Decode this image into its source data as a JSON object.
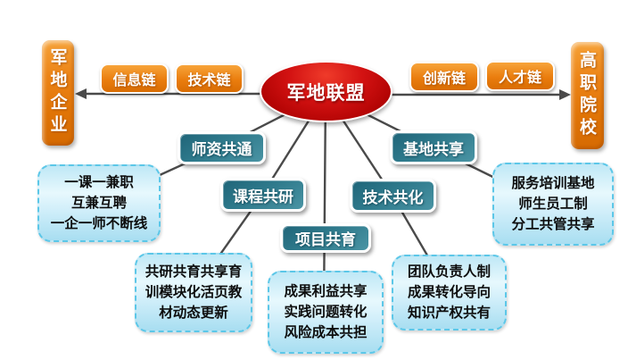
{
  "diagram": {
    "center_node": {
      "label": "军地联盟"
    },
    "left_entity": {
      "label": "军地企业"
    },
    "right_entity": {
      "label": "高职院校"
    },
    "chains": [
      {
        "label": "信息链"
      },
      {
        "label": "技术链"
      },
      {
        "label": "创新链"
      },
      {
        "label": "人才链"
      }
    ],
    "mechanisms": [
      {
        "label": "师资共通"
      },
      {
        "label": "课程共研"
      },
      {
        "label": "项目共育"
      },
      {
        "label": "技术共化"
      },
      {
        "label": "基地共享"
      }
    ],
    "details": [
      {
        "lines": [
          "一课一兼职",
          "互兼互聘",
          "一企一师不断线"
        ]
      },
      {
        "lines": [
          "共研共育共享育",
          "训模块化活页教",
          "材动态更新"
        ]
      },
      {
        "lines": [
          "成果利益共享",
          "实践问题转化",
          "风险成本共担"
        ]
      },
      {
        "lines": [
          "团队负责人制",
          "成果转化导向",
          "知识产权共有"
        ]
      },
      {
        "lines": [
          "服务培训基地",
          "师生员工制",
          "分工共管共享"
        ]
      }
    ],
    "colors": {
      "orange": "#e87a10",
      "red": "#c00d0d",
      "teal": "#2f7a8c",
      "light_blue": "#c8ecf8",
      "line": "#4a4a4a"
    }
  }
}
